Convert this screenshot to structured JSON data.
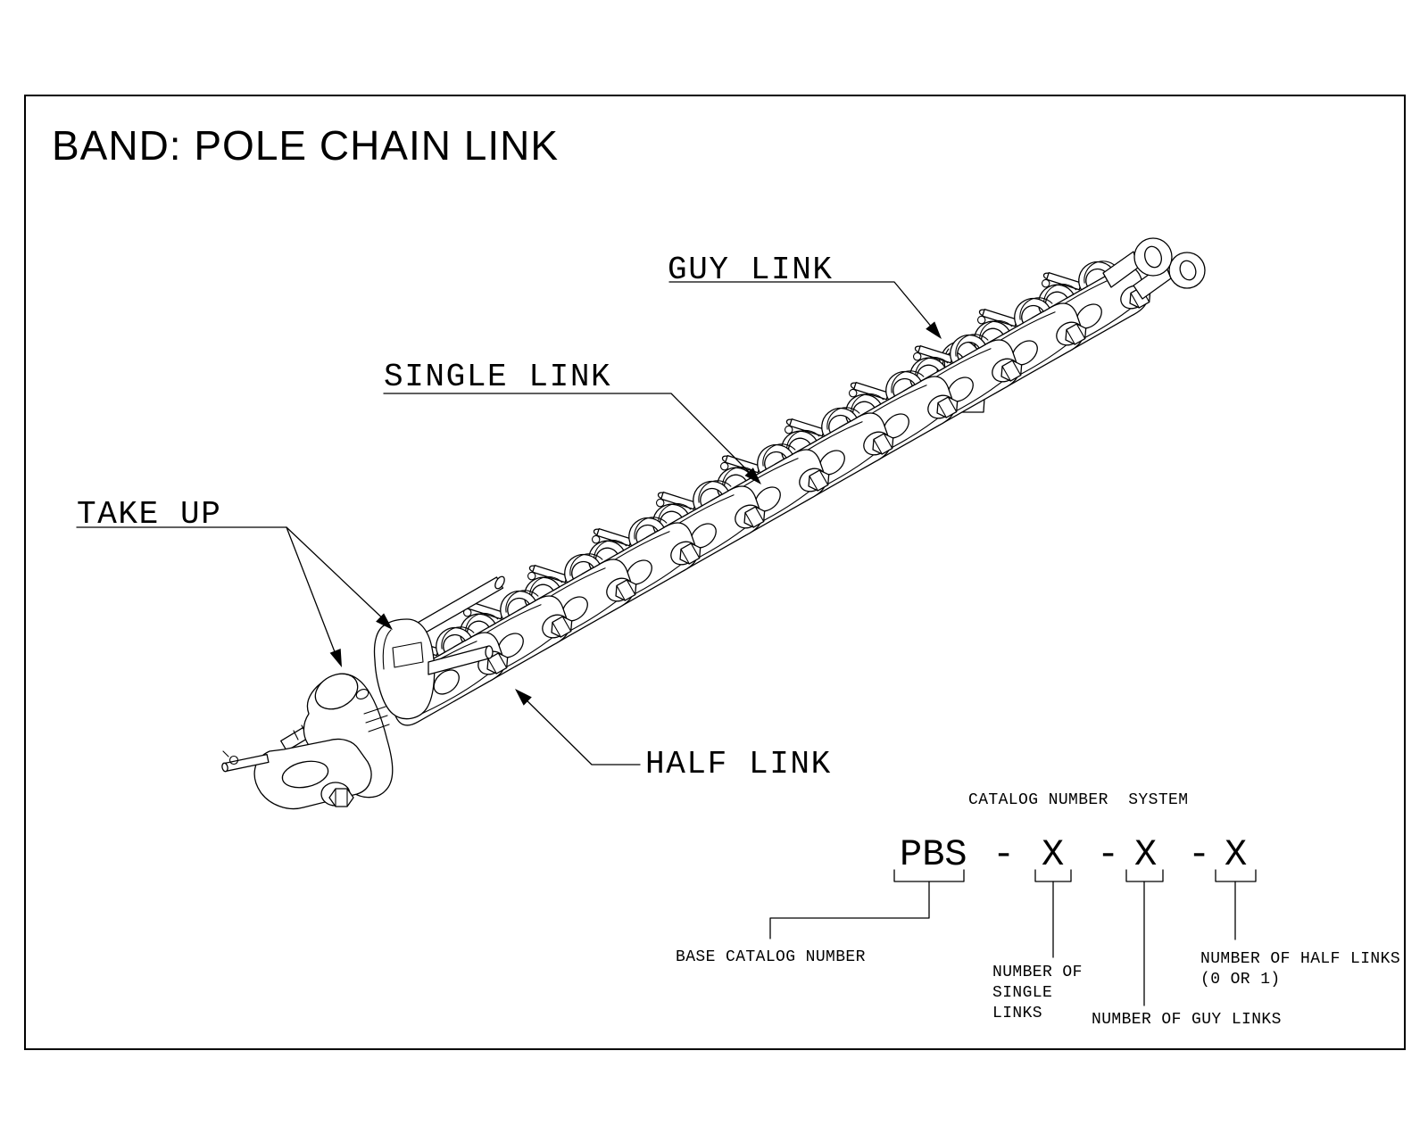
{
  "page": {
    "title": "BAND: POLE CHAIN LINK",
    "ink_color": "#000000",
    "paper_color": "#ffffff"
  },
  "labels": {
    "guy_link": "GUY LINK",
    "single_link": "SINGLE LINK",
    "take_up": "TAKE UP",
    "half_link": "HALF LINK"
  },
  "catalog": {
    "title": "CATALOG NUMBER  SYSTEM",
    "code": {
      "base": "PBS",
      "sep1": "-",
      "x1": "X",
      "sep2": "-",
      "x2": "X",
      "sep3": "-",
      "x3": "X"
    },
    "callouts": {
      "base": "BASE CATALOG NUMBER",
      "single": [
        "NUMBER OF",
        "SINGLE",
        "LINKS"
      ],
      "guy": "NUMBER OF GUY LINKS",
      "half": [
        "NUMBER OF HALF LINKS",
        "(0 OR 1)"
      ]
    }
  }
}
